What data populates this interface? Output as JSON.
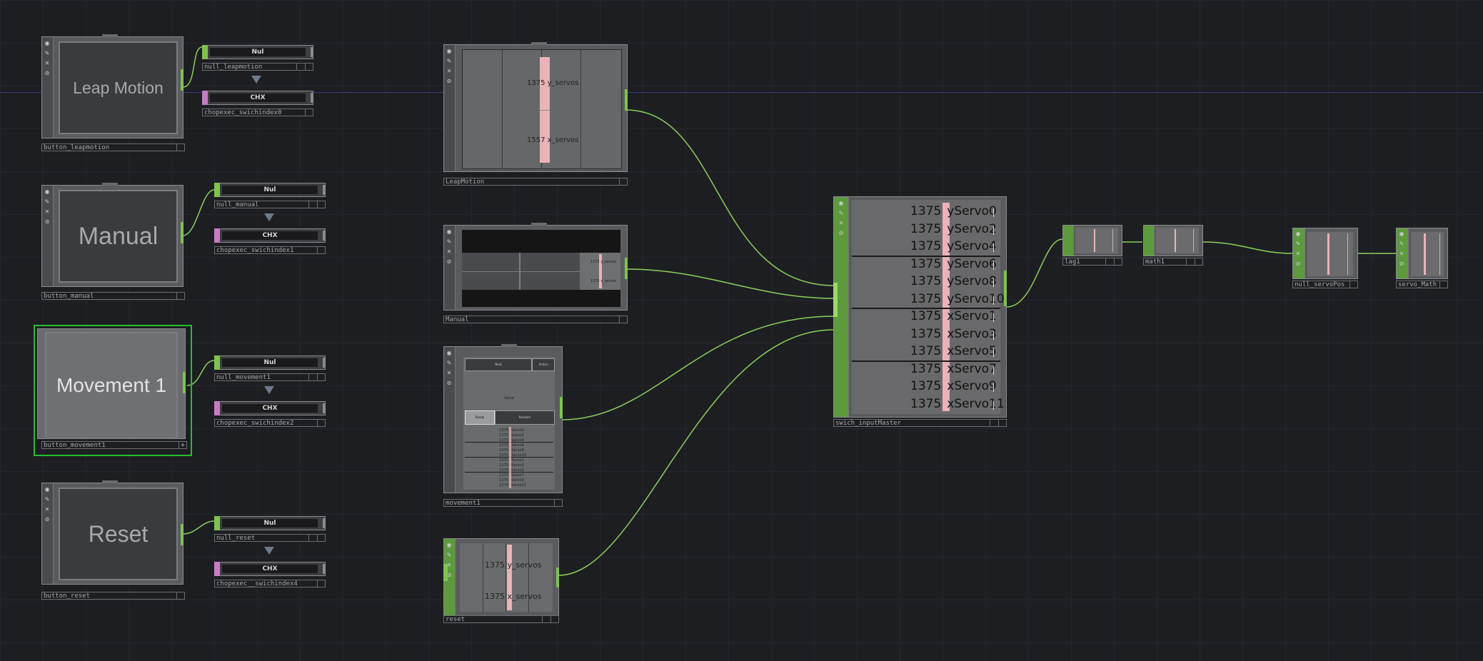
{
  "canvas": {
    "guide_line_color": "#3a3d74",
    "wire_color": "#8bd05a"
  },
  "button_nodes": [
    {
      "id": "leapmotion",
      "label": "Leap Motion",
      "name": "button_leapmotion",
      "selected": false
    },
    {
      "id": "manual",
      "label": "Manual",
      "name": "button_manual",
      "selected": false
    },
    {
      "id": "movement1",
      "label": "Movement 1",
      "name": "button_movement1",
      "selected": true
    },
    {
      "id": "reset",
      "label": "Reset",
      "name": "button_reset",
      "selected": false
    }
  ],
  "null_nodes": [
    {
      "title": "Nul",
      "name": "null_leapmotion"
    },
    {
      "title": "Nul",
      "name": "null_manual"
    },
    {
      "title": "Nul",
      "name": "null_movement1"
    },
    {
      "title": "Nul",
      "name": "null_reset"
    }
  ],
  "chopexec_nodes": [
    {
      "title": "CHX",
      "name": "chopexec_swichindex0"
    },
    {
      "title": "CHX",
      "name": "chopexec_swichindex1"
    },
    {
      "title": "CHX",
      "name": "chopexec_swichindex2"
    },
    {
      "title": "CHX",
      "name": "chopexec__swichindex4"
    }
  ],
  "panel_nodes": {
    "leapmotion": {
      "name": "LeapMotion",
      "channels": [
        {
          "value": "1375",
          "name": "y_servos"
        },
        {
          "value": "1557",
          "name": "x_servos"
        }
      ]
    },
    "manual": {
      "name": "Manual",
      "channels": [
        {
          "value": "1375",
          "name": "y_servos"
        },
        {
          "value": "1375",
          "name": "x_servos"
        }
      ]
    },
    "movement1": {
      "name": "movement1",
      "header": [
        "Next",
        "Action"
      ],
      "center_text": "Value",
      "buttons": [
        "Ready",
        "Random"
      ],
      "channels": [
        "1375 yServo0",
        "1375 yServo2",
        "1375 yServo4",
        "1375 yServo6",
        "1375 yServo8",
        "1375 yServo10",
        "1375 xServo1",
        "1375 xServo3",
        "1375 xServo5",
        "1375 xServo7",
        "1375 xServo9",
        "1375 xServo11"
      ]
    },
    "reset": {
      "name": "reset",
      "channels": [
        {
          "value": "1375",
          "name": "y_servos"
        },
        {
          "value": "1375",
          "name": "x_servos"
        }
      ]
    }
  },
  "switch_node": {
    "name": "swich_inputMaster",
    "channels": [
      {
        "value": "1375",
        "name": "yServo0"
      },
      {
        "value": "1375",
        "name": "yServo2"
      },
      {
        "value": "1375",
        "name": "yServo4"
      },
      {
        "value": "1375",
        "name": "yServo6"
      },
      {
        "value": "1375",
        "name": "yServo8"
      },
      {
        "value": "1375",
        "name": "yServo10"
      },
      {
        "value": "1375",
        "name": "xServo1"
      },
      {
        "value": "1375",
        "name": "xServo3"
      },
      {
        "value": "1375",
        "name": "xServo5"
      },
      {
        "value": "1375",
        "name": "xServo7"
      },
      {
        "value": "1375",
        "name": "xServo9"
      },
      {
        "value": "1375",
        "name": "xServo11"
      }
    ]
  },
  "chain_nodes": [
    {
      "name": "lag1"
    },
    {
      "name": "math1"
    },
    {
      "name": "null_servoPos"
    },
    {
      "name": "servo_Math"
    }
  ],
  "icons": [
    "viewer-icon",
    "pencil-icon",
    "close-icon",
    "bypass-icon"
  ],
  "colors": {
    "active": "#7fc34f",
    "selected_border": "#22c02a",
    "chop_exec": "#c77bc5",
    "channel_bar": "#e9b3b7"
  }
}
